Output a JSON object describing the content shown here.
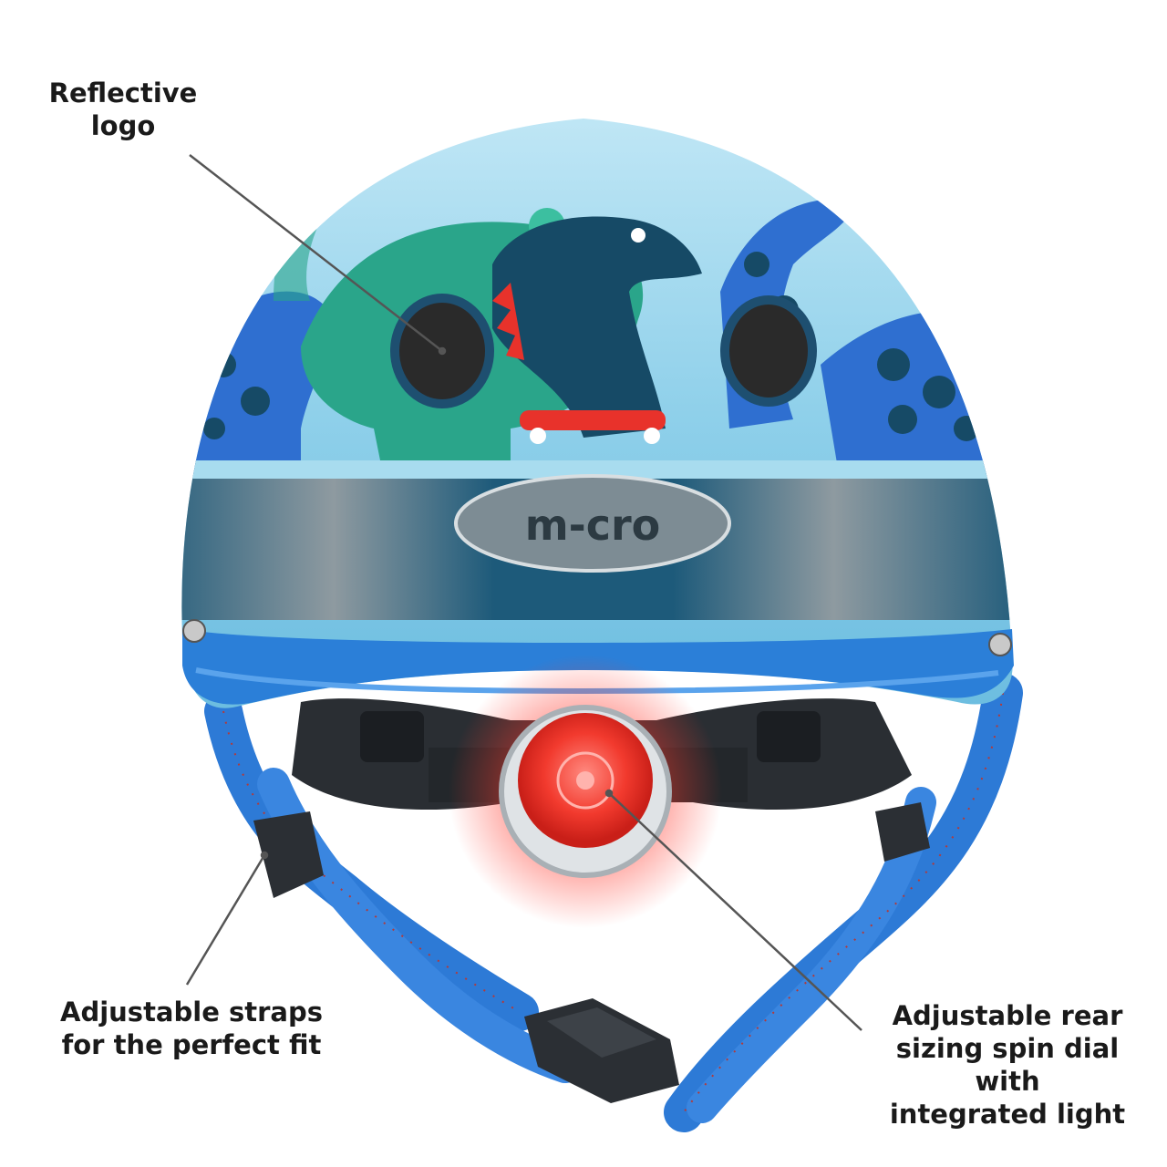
{
  "callouts": {
    "reflective_logo": "Reflective\nlogo",
    "adjustable_straps": "Adjustable straps\nfor the perfect fit",
    "rear_dial": "Adjustable rear\nsizing spin dial with\nintegrated light"
  },
  "helmet": {
    "brand_logo": "m-cro"
  },
  "colors": {
    "shell_light": "#7ec9e6",
    "shell_top": "#a8dcef",
    "band_dark": "#1d5a7a",
    "band_grey": "#7d8c94",
    "rim_blue": "#2b7fd8",
    "dino_teal": "#2aa58a",
    "dino_navy": "#164a66",
    "dino_blue": "#2f6fd0",
    "strap_blue": "#2d7ad6",
    "light_red": "#ff3b2f",
    "leader_line": "#555555"
  },
  "icons": [
    "helmet-illustration",
    "rear-light",
    "strap-buckle",
    "vent-hole",
    "rivet"
  ]
}
